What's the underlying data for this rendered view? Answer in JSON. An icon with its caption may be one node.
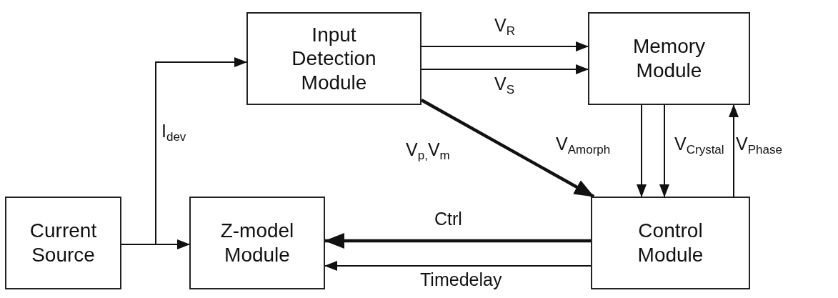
{
  "diagram": {
    "nodes": [
      {
        "text": [
          "Input Detection Module"
        ]
      },
      {
        "text": [
          "Memory Module"
        ]
      },
      {
        "text": [
          "Current Source"
        ]
      },
      {
        "text": [
          "Z-model Module"
        ]
      },
      {
        "text": [
          "Control Module"
        ]
      }
    ],
    "edges": [
      {
        "from": 2,
        "to": 0,
        "arrow": "to",
        "label": "I$_{dev}$"
      },
      {
        "from": 2,
        "to": 3,
        "arrow": "to"
      },
      {
        "from": 0,
        "to": 1,
        "arrow": "to",
        "label": "V$_{R}$"
      },
      {
        "from": 0,
        "to": 1,
        "arrow": "to",
        "label": "V$_{S}$"
      },
      {
        "from": 0,
        "to": 4,
        "arrow": "to",
        "label": "V$_{p,}$V$_{m}$",
        "style": "thick"
      },
      {
        "from": 1,
        "to": 4,
        "arrow": "to",
        "label": "V$_{Amorph}$"
      },
      {
        "from": 1,
        "to": 4,
        "arrow": "to",
        "label": "V$_{Crystal}$"
      },
      {
        "from": 4,
        "to": 1,
        "arrow": "to",
        "label": "V$_{Phase}$"
      },
      {
        "from": 4,
        "to": 3,
        "arrow": "to",
        "label": "Ctrl",
        "style": "thick"
      },
      {
        "from": 4,
        "to": 3,
        "arrow": "to",
        "label": "Timedelay"
      }
    ]
  }
}
